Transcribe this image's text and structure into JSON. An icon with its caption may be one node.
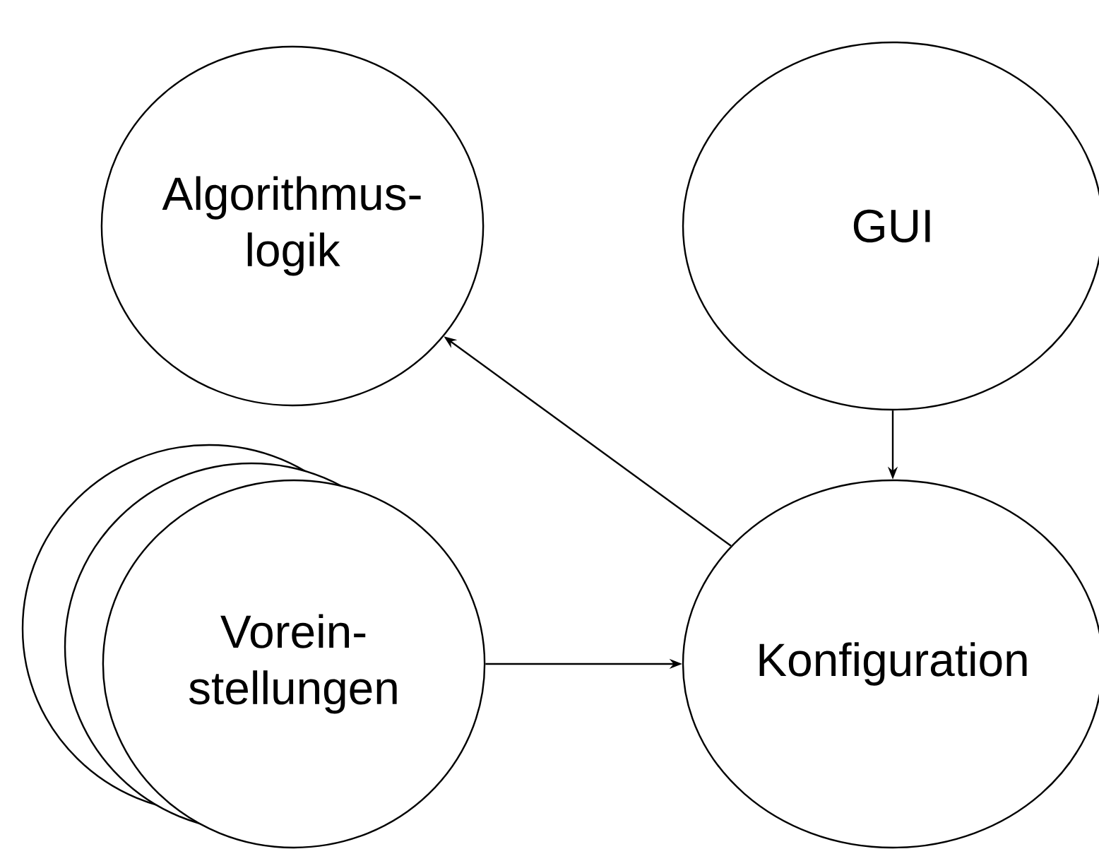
{
  "diagram": {
    "nodes": [
      {
        "text": [
          "Algorithmus- logik"
        ]
      },
      {
        "text": [
          "GUI"
        ]
      },
      {
        "text": [
          "Vorein- stellungen"
        ]
      },
      {
        "text": [
          "Konfiguration"
        ]
      }
    ],
    "edges": [
      {
        "from": 1,
        "to": 3,
        "arrow": "to"
      },
      {
        "from": 2,
        "to": 3,
        "arrow": "to"
      },
      {
        "from": 3,
        "to": 0,
        "arrow": "to"
      }
    ]
  }
}
